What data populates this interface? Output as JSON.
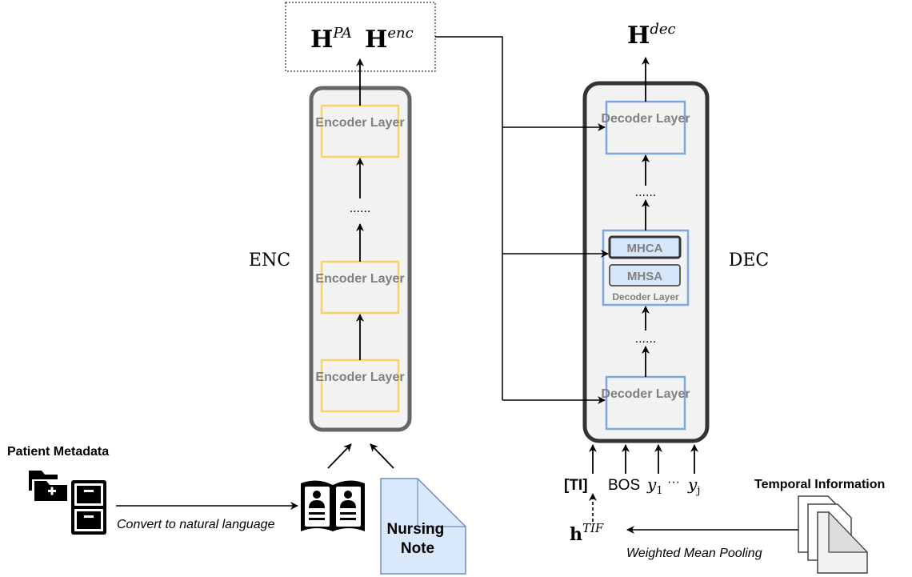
{
  "encoder": {
    "label": "ENC",
    "layers": [
      "Encoder Layer",
      "Encoder Layer",
      "Encoder Layer"
    ],
    "dots": "......"
  },
  "decoder": {
    "label": "DEC",
    "layers": [
      "Decoder Layer",
      "Decoder Layer"
    ],
    "dots": "......",
    "inner_block": {
      "mhca": "MHCA",
      "mhsa": "MHSA",
      "caption": "Decoder Layer"
    }
  },
  "outputs": {
    "h_pa": "H",
    "h_pa_sup": "PA",
    "h_enc": "H",
    "h_enc_sup": "enc",
    "h_dec": "H",
    "h_dec_sup": "dec"
  },
  "inputs": {
    "patient_metadata": "Patient Metadata",
    "convert": "Convert to natural language",
    "nursing_note": [
      "Nursing",
      "Note"
    ],
    "ti_token": "[TI]",
    "bos": "BOS",
    "y1": "y",
    "y1_sub": "1",
    "ellipsis": "···",
    "yj": "y",
    "yj_sub": "j",
    "temporal": "Temporal Information",
    "h_tif": "h",
    "h_tif_sup": "TIF",
    "pooling": "Weighted Mean Pooling"
  },
  "colors": {
    "encoder_layer_border": "#F7D26A",
    "decoder_layer_border": "#7EA6E0",
    "mh_fill": "#D6E6F8",
    "note_fill": "#DAE8FC",
    "note_border": "#6C8EBF",
    "container_fill": "#F2F2F2",
    "layer_text": "#808080"
  }
}
